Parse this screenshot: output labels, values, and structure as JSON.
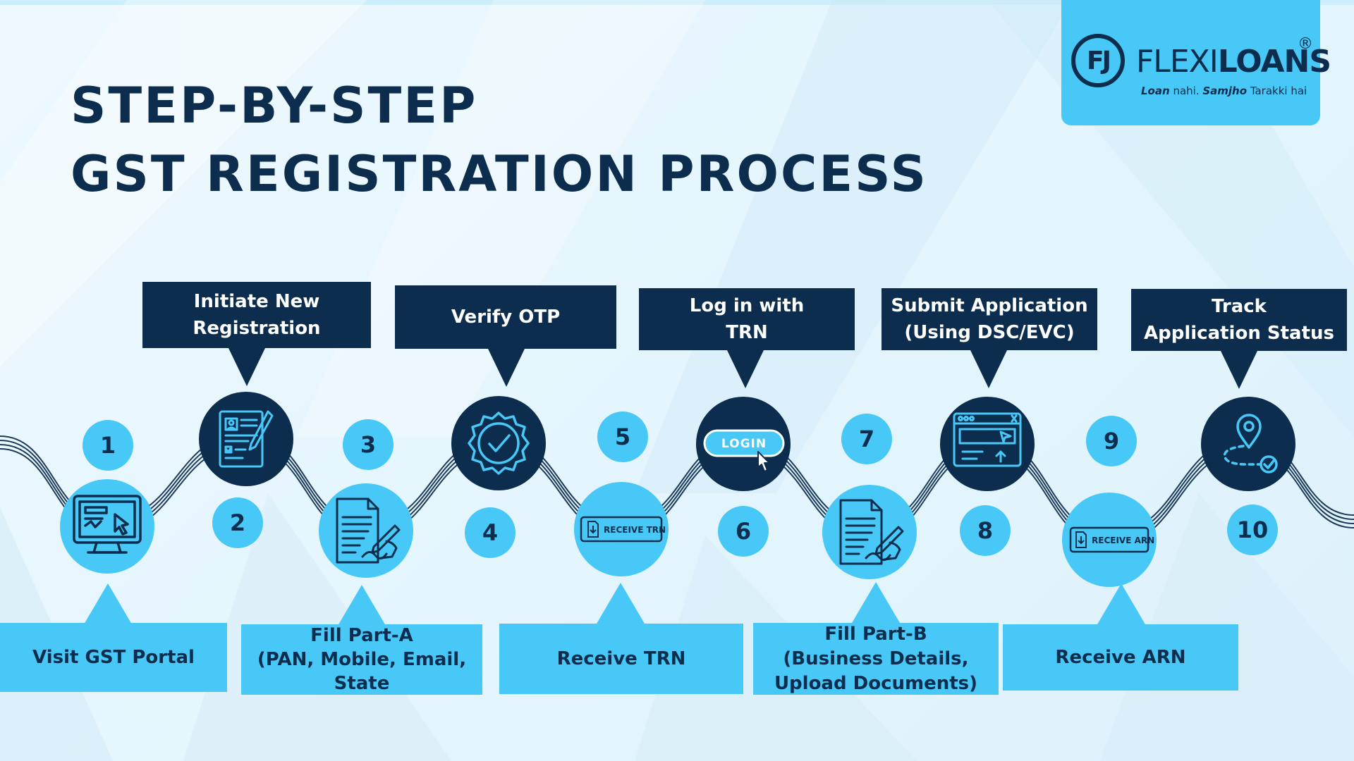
{
  "title": {
    "line1": "STEP-BY-STEP",
    "line2": "GST REGISTRATION PROCESS"
  },
  "logo": {
    "mark": "FJ",
    "brand_light": "FLEXI",
    "brand_bold": "LOANS",
    "registered": "®",
    "tagline_loan": "Loan",
    "tagline_nahi": " nahi. ",
    "tagline_samjho": "Samjho",
    "tagline_rest": " Tarakki hai"
  },
  "colors": {
    "navy": "#0c2d4e",
    "accent": "#47c8f7",
    "background": "#e6f6fd"
  },
  "steps": [
    {
      "number": "1",
      "label": "Visit GST Portal",
      "icon": "computer-cursor-icon"
    },
    {
      "number": "2",
      "label": "Initiate New\nRegistration",
      "icon": "registration-form-icon"
    },
    {
      "number": "3",
      "label": "Fill Part-A\n(PAN, Mobile, Email,\nState",
      "icon": "document-signing-icon"
    },
    {
      "number": "4",
      "label": "Verify OTP",
      "icon": "verified-badge-icon"
    },
    {
      "number": "5",
      "label": "Receive TRN",
      "icon": "receive-trn-icon",
      "icon_text": "RECEIVE TRN"
    },
    {
      "number": "6",
      "label": "Log in with\nTRN",
      "icon": "login-button-icon",
      "icon_text": "LOGIN"
    },
    {
      "number": "7",
      "label": "Fill Part-B\n(Business Details,\nUpload Documents)",
      "icon": "document-signing-icon"
    },
    {
      "number": "8",
      "label": "Submit Application\n(Using DSC/EVC)",
      "icon": "browser-window-icon"
    },
    {
      "number": "9",
      "label": "Receive ARN",
      "icon": "receive-arn-icon",
      "icon_text": "RECEIVE ARN"
    },
    {
      "number": "10",
      "label": "Track\nApplication Status",
      "icon": "location-pin-route-icon"
    }
  ]
}
